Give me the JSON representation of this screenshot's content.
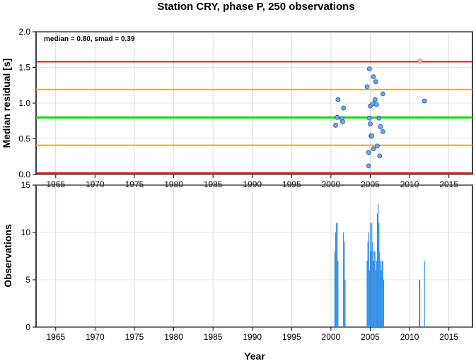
{
  "chart_data": [
    {
      "type": "scatter",
      "title": "Station CRY, phase P, 250 observations",
      "xlabel": "",
      "ylabel": "Median residual [s]",
      "xlim": [
        1962.5,
        2018
      ],
      "ylim": [
        0,
        2.0
      ],
      "xticks": [
        1965,
        1970,
        1975,
        1980,
        1985,
        1990,
        1995,
        2000,
        2005,
        2010,
        2015
      ],
      "yticks": [
        "0.0",
        "0.5",
        "1.0",
        "1.5",
        "2.0"
      ],
      "grid": true,
      "annotation": "median = 0.80, smad = 0.39",
      "colors": {
        "median": "#00e000",
        "inner": "#ffa500",
        "outer": "#ff0000",
        "points": "#6fa8f0",
        "outlier": "#ff6060",
        "bars": "#2f8fe8",
        "outlier_bar": "#e00000"
      },
      "hlines": [
        {
          "y": 0.8,
          "role": "median"
        },
        {
          "y": 1.19,
          "role": "inner"
        },
        {
          "y": 0.41,
          "role": "inner"
        },
        {
          "y": 1.58,
          "role": "outer"
        },
        {
          "y": 0.02,
          "role": "outer"
        }
      ],
      "series": [
        {
          "role": "points",
          "x": [
            2000.6,
            2000.8,
            2000.9,
            2001.4,
            2001.5,
            2001.6,
            2004.6,
            2004.8,
            2004.8,
            2004.9,
            2004.9,
            2005.0,
            2005.0,
            2005.1,
            2005.2,
            2005.3,
            2005.4,
            2005.4,
            2005.6,
            2005.7,
            2005.8,
            2005.9,
            2006.1,
            2006.2,
            2006.3,
            2006.6,
            2006.6,
            2011.9
          ],
          "y": [
            0.69,
            0.8,
            1.05,
            0.78,
            0.74,
            0.93,
            1.23,
            0.12,
            0.31,
            1.48,
            0.79,
            0.96,
            0.71,
            0.54,
            0.54,
            0.99,
            1.37,
            0.36,
            1.05,
            1.3,
            0.98,
            0.4,
            0.79,
            0.26,
            0.67,
            1.13,
            0.6,
            1.03
          ]
        },
        {
          "role": "outlier",
          "x": [
            2011.3
          ],
          "y": [
            1.59
          ]
        }
      ]
    },
    {
      "type": "bar",
      "title": "",
      "xlabel": "Year",
      "ylabel": "Observations",
      "xlim": [
        1962.5,
        2018
      ],
      "ylim": [
        0,
        15
      ],
      "xticks": [
        1965,
        1970,
        1975,
        1980,
        1985,
        1990,
        1995,
        2000,
        2005,
        2010,
        2015
      ],
      "yticks": [
        "0",
        "5",
        "10",
        "15"
      ],
      "grid": true,
      "bars": [
        {
          "x": 2000.5,
          "y": 8
        },
        {
          "x": 2000.6,
          "y": 10
        },
        {
          "x": 2000.7,
          "y": 11
        },
        {
          "x": 2000.8,
          "y": 11
        },
        {
          "x": 2000.9,
          "y": 7
        },
        {
          "x": 2001.6,
          "y": 10
        },
        {
          "x": 2001.7,
          "y": 9
        },
        {
          "x": 2001.8,
          "y": 5
        },
        {
          "x": 2004.6,
          "y": 7
        },
        {
          "x": 2004.7,
          "y": 9
        },
        {
          "x": 2004.8,
          "y": 10
        },
        {
          "x": 2004.9,
          "y": 6
        },
        {
          "x": 2005.0,
          "y": 11
        },
        {
          "x": 2005.1,
          "y": 8
        },
        {
          "x": 2005.2,
          "y": 11
        },
        {
          "x": 2005.3,
          "y": 9
        },
        {
          "x": 2005.4,
          "y": 7
        },
        {
          "x": 2005.5,
          "y": 8
        },
        {
          "x": 2005.6,
          "y": 8
        },
        {
          "x": 2005.7,
          "y": 6
        },
        {
          "x": 2005.8,
          "y": 7
        },
        {
          "x": 2005.9,
          "y": 12
        },
        {
          "x": 2006.0,
          "y": 13
        },
        {
          "x": 2006.1,
          "y": 11
        },
        {
          "x": 2006.2,
          "y": 8
        },
        {
          "x": 2006.3,
          "y": 7
        },
        {
          "x": 2006.4,
          "y": 6
        },
        {
          "x": 2006.5,
          "y": 7
        },
        {
          "x": 2006.6,
          "y": 7
        },
        {
          "x": 2006.7,
          "y": 5
        },
        {
          "x": 2011.3,
          "y": 5,
          "role": "outlier"
        },
        {
          "x": 2011.9,
          "y": 7
        }
      ]
    }
  ]
}
